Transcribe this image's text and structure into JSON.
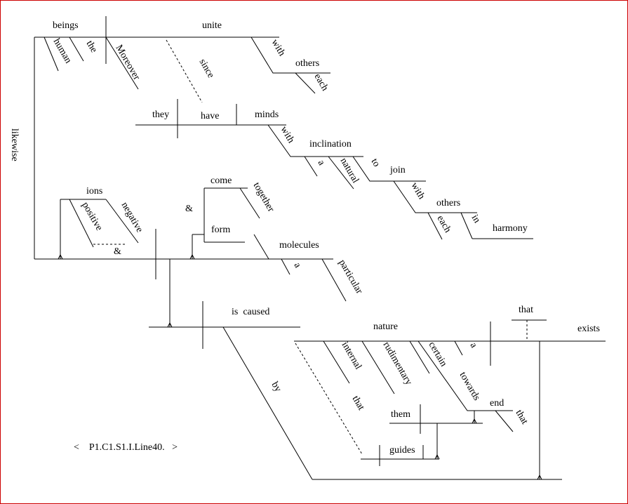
{
  "diagram": {
    "type": "reed-kellogg sentence diagram",
    "words": {
      "beings": "beings",
      "human": "human",
      "the": "the",
      "moreover": "Moreover",
      "unite": "unite",
      "since": "since",
      "with1": "with",
      "others1": "others",
      "each1": "each",
      "likewise": "likewise",
      "they": "they",
      "have": "have",
      "minds": "minds",
      "with2": "with",
      "inclination": "inclination",
      "a1": "a",
      "natural": "natural",
      "to": "to",
      "join": "join",
      "with3": "with",
      "others2": "others",
      "each2": "each",
      "in": "in",
      "harmony": "harmony",
      "ions": "ions",
      "positive": "positive",
      "negative": "negative",
      "amp1": "&",
      "amp2": "&",
      "come": "come",
      "together": "together",
      "form": "form",
      "molecules": "molecules",
      "a2": "a",
      "particular": "particular",
      "is_caused": "is  caused",
      "by": "by",
      "nature": "nature",
      "internal": "internal",
      "rudimentary": "rudimentary",
      "certain": "certain",
      "a3": "a",
      "towards": "towards",
      "end": "end",
      "that1": "that",
      "that2": "that",
      "exists": "exists",
      "that3": "that",
      "them": "them",
      "guides": "guides"
    },
    "caption": "<    P1.C1.S1.I.Line40.   >"
  }
}
